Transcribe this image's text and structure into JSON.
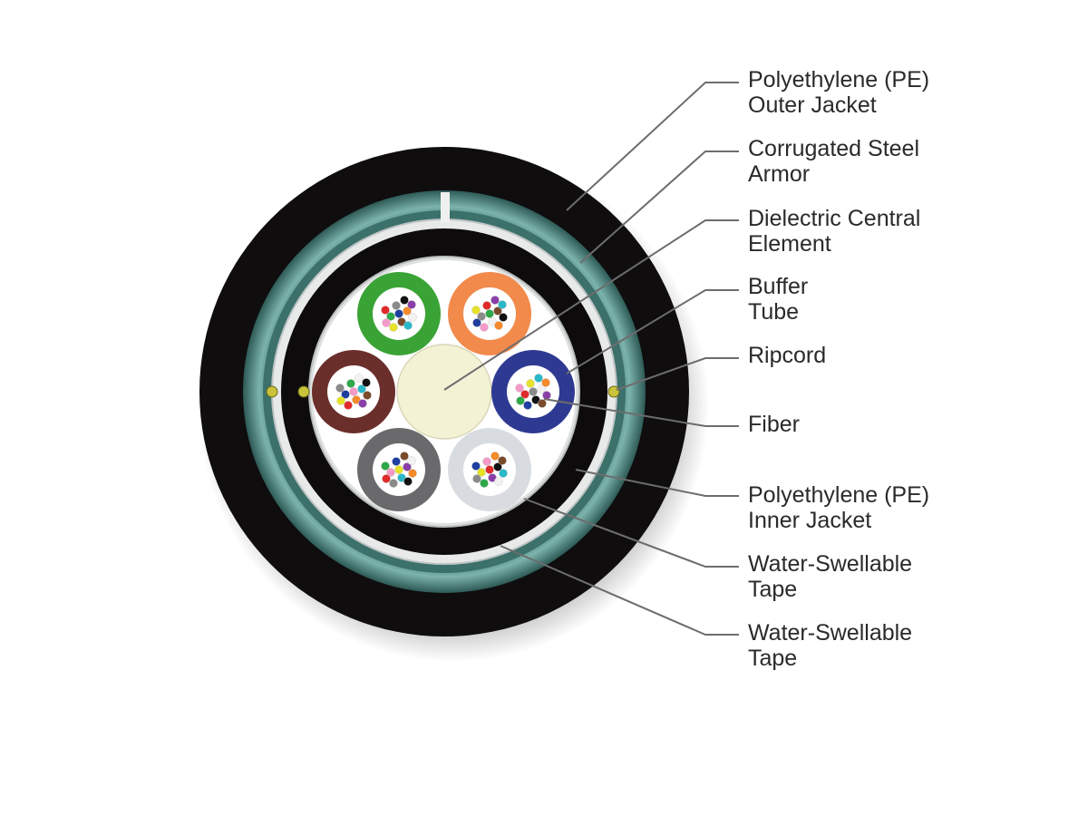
{
  "labels": [
    {
      "id": "pe-outer-jacket",
      "lines": [
        "Polyethylene (PE)",
        "Outer Jacket"
      ]
    },
    {
      "id": "steel-armor",
      "lines": [
        "Corrugated Steel",
        "Armor"
      ]
    },
    {
      "id": "central-element",
      "lines": [
        "Dielectric Central",
        "Element"
      ]
    },
    {
      "id": "buffer-tube",
      "lines": [
        "Buffer",
        "Tube"
      ]
    },
    {
      "id": "ripcord",
      "lines": [
        "Ripcord"
      ]
    },
    {
      "id": "fiber",
      "lines": [
        "Fiber"
      ]
    },
    {
      "id": "pe-inner-jacket",
      "lines": [
        "Polyethylene (PE)",
        "Inner Jacket"
      ]
    },
    {
      "id": "water-tape-1",
      "lines": [
        "Water-Swellable",
        "Tape"
      ]
    },
    {
      "id": "water-tape-2",
      "lines": [
        "Water-Swellable",
        "Tape"
      ]
    }
  ],
  "colors": {
    "outer_jacket": "#0f0d0e",
    "armor": "#3e7571",
    "armor_highlight": "#6fa9a3",
    "inner_jacket": "#0d0b0c",
    "core_fill": "#ffffff",
    "central_element": "#f4f2d5",
    "ripcord": "#c9c23a",
    "leader_line": "#6d6d6d",
    "label_text": "#2a2a2a"
  },
  "buffer_tubes": [
    {
      "color_name": "green",
      "color": "#3aa335"
    },
    {
      "color_name": "orange",
      "color": "#f28a4b"
    },
    {
      "color_name": "blue",
      "color": "#2e3a92"
    },
    {
      "color_name": "white",
      "color": "#d8dce0"
    },
    {
      "color_name": "slate",
      "color": "#6a6a6c"
    },
    {
      "color_name": "brown",
      "color": "#6b2f2b"
    }
  ],
  "fiber_colors": [
    "#1f3fa0",
    "#f58a2a",
    "#2fa84a",
    "#7a4a2a",
    "#8a8a8a",
    "#f2f2f2",
    "#e02a2a",
    "#111111",
    "#e6e22a",
    "#8a3fa8",
    "#f59ac8",
    "#2ab8c8"
  ]
}
